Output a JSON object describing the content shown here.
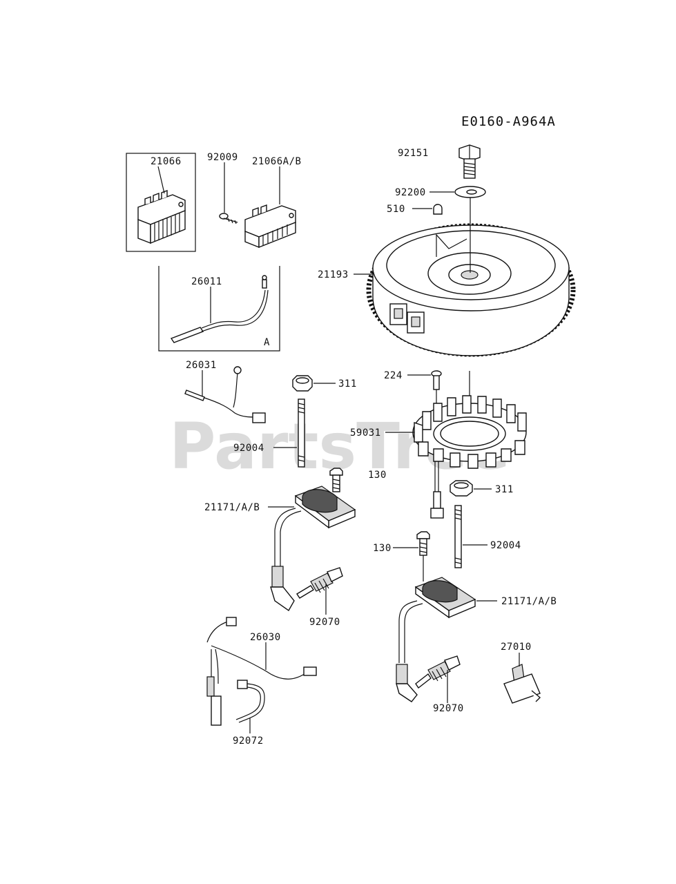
{
  "diagram_code": "E0160-A964A",
  "watermark": {
    "text": "PartsTree",
    "tm": "™"
  },
  "inset_label": "A",
  "labels": {
    "p92151": "92151",
    "p92200": "92200",
    "p510": "510",
    "p21193": "21193",
    "p21066": "21066",
    "p21066ab": "21066A/B",
    "p92009": "92009",
    "p26011": "26011",
    "p26031": "26031",
    "p311a": "311",
    "p92004a": "92004",
    "p224": "224",
    "p59031": "59031",
    "p130a": "130",
    "p311b": "311",
    "p21171a": "21171/A/B",
    "p92070a": "92070",
    "p130b": "130",
    "p92004b": "92004",
    "p21171b": "21171/A/B",
    "p26030": "26030",
    "p27010": "27010",
    "p92070b": "92070",
    "p92072": "92072"
  }
}
